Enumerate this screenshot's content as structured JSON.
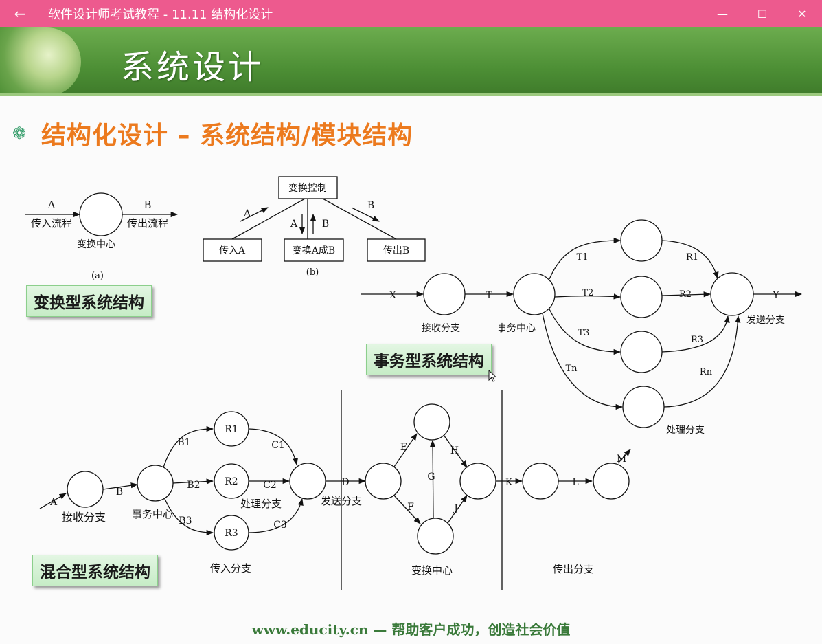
{
  "window": {
    "title": "软件设计师考试教程 - 11.11  结构化设计",
    "back_glyph": "←",
    "minimize_glyph": "—",
    "maximize_glyph": "☐",
    "close_glyph": "✕"
  },
  "slide": {
    "banner_title": "系统设计",
    "heading": "结构化设计 – 系统结构/模块结构",
    "bullet_glyph": "❁",
    "footer": "www.educity.cn — 帮助客户成功，创造社会价值"
  },
  "transform": {
    "box_label": "变换型系统结构",
    "a": {
      "in_arrow": "A",
      "in_flow": "传入流程",
      "out_arrow": "B",
      "out_flow": "传出流程",
      "center": "变换中心",
      "caption": "(a)"
    },
    "b": {
      "control": "变换控制",
      "in": "传入A",
      "transform": "变换A成B",
      "out": "传出B",
      "lbl_a1": "A",
      "lbl_a2": "A",
      "lbl_b1": "B",
      "lbl_b2": "B",
      "caption": "(b)"
    }
  },
  "transaction": {
    "box_label": "事务型系统结构",
    "x": "X",
    "t": "T",
    "y": "Y",
    "receive": "接收分支",
    "center": "事务中心",
    "send": "发送分支",
    "process": "处理分支",
    "t1": "T1",
    "t2": "T2",
    "t3": "T3",
    "tn": "Tn",
    "r1": "R1",
    "r2": "R2",
    "r3": "R3",
    "rn": "Rn"
  },
  "mixed": {
    "box_label": "混合型系统结构",
    "a": "A",
    "b": "B",
    "b1": "B1",
    "b2": "B2",
    "b3": "B3",
    "r1": "R1",
    "r2": "R2",
    "r3": "R3",
    "c1": "C1",
    "c2": "C2",
    "c3": "C3",
    "d": "D",
    "e": "E",
    "f": "F",
    "g": "G",
    "h": "H",
    "j": "J",
    "k": "K",
    "l": "L",
    "m": "M",
    "receive": "接收分支",
    "center": "事务中心",
    "process": "处理分支",
    "send": "发送分支",
    "in_branch": "传入分支",
    "transform_center": "变换中心",
    "out_branch": "传出分支"
  }
}
